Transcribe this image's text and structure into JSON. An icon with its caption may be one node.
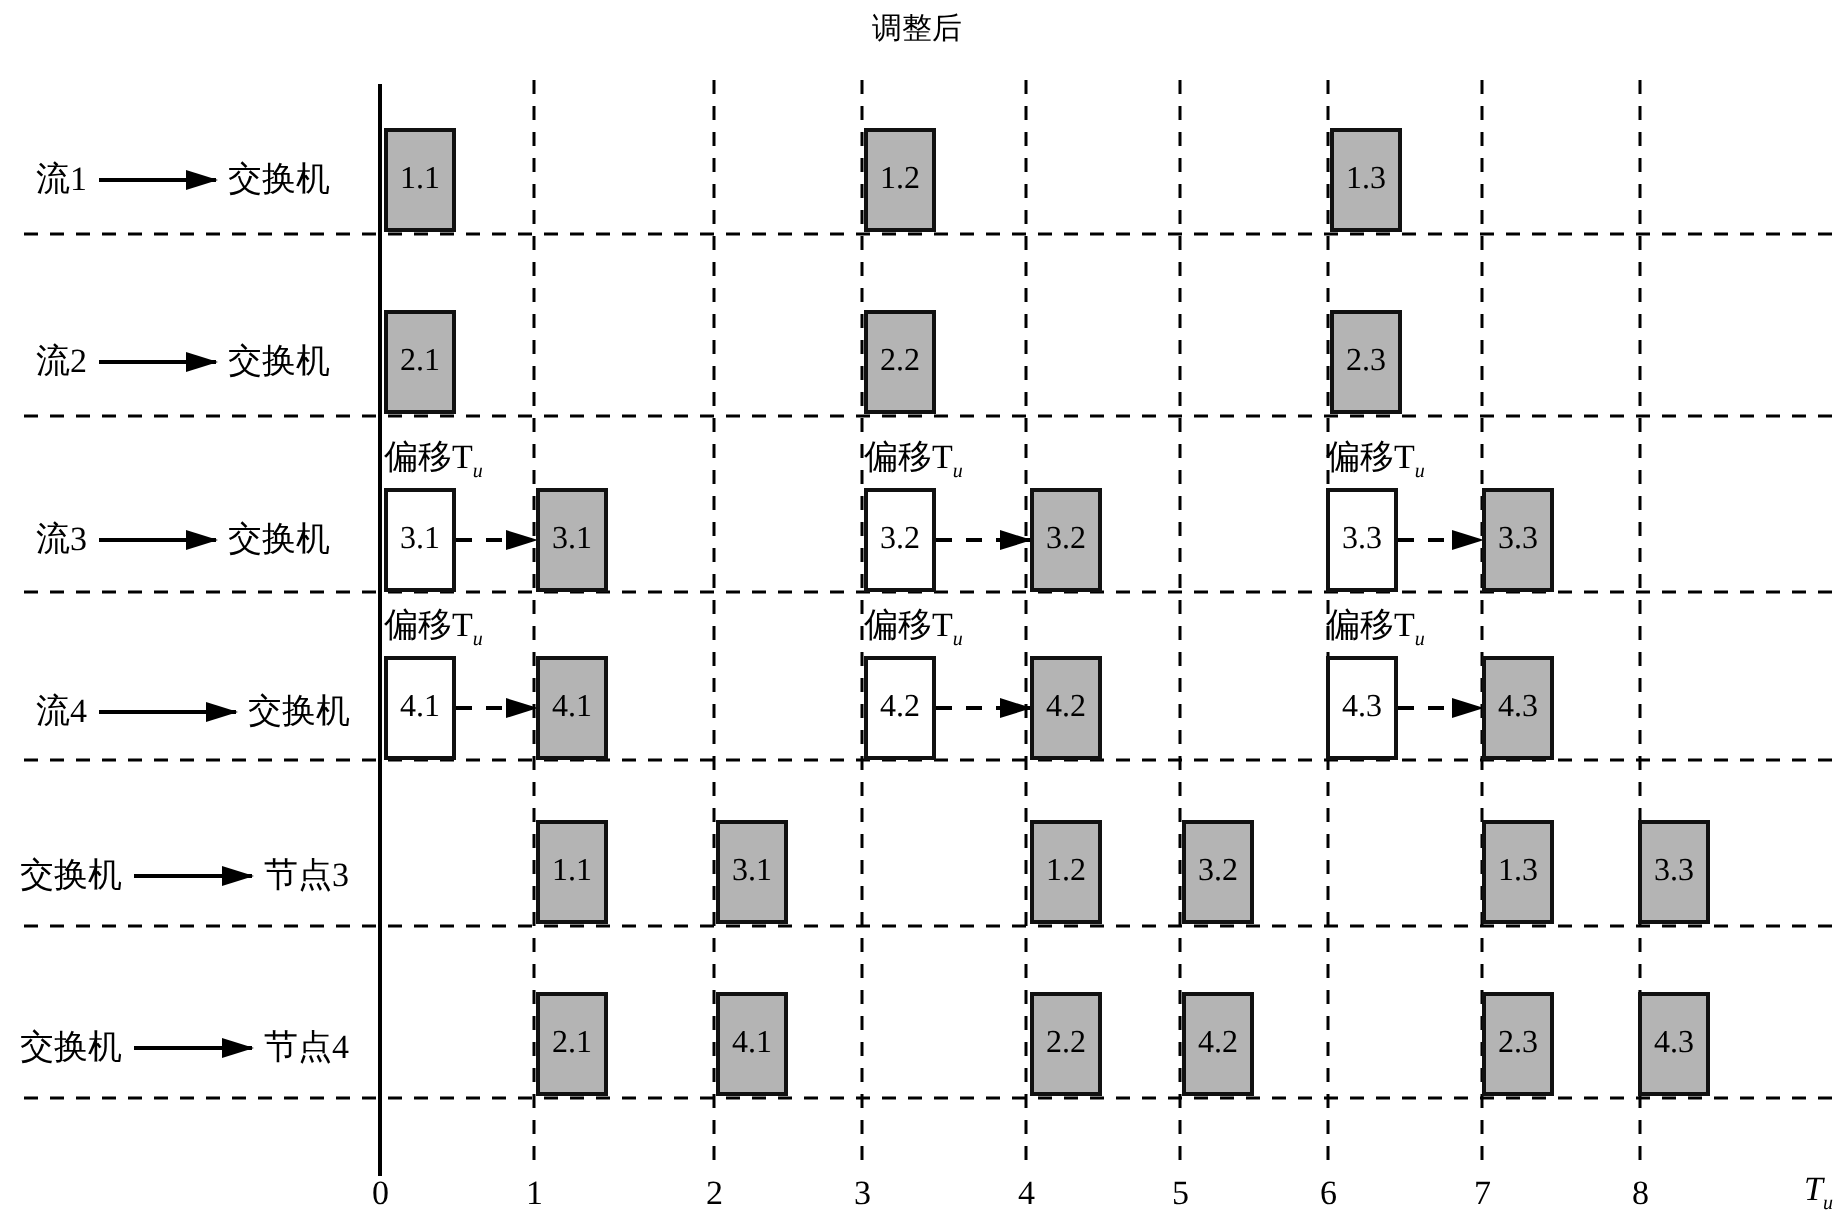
{
  "diagram": {
    "title": "调整后",
    "nodes": [
      {
        "text": [
          "流1"
        ]
      },
      {
        "text": [
          "交换机"
        ]
      },
      {
        "text": [
          "1.1"
        ]
      },
      {
        "text": [
          "1.2"
        ]
      },
      {
        "text": [
          "1.3"
        ]
      },
      {
        "text": [
          "流2"
        ]
      },
      {
        "text": [
          "交换机"
        ]
      },
      {
        "text": [
          "2.1"
        ]
      },
      {
        "text": [
          "2.2"
        ]
      },
      {
        "text": [
          "2.3"
        ]
      },
      {
        "text": [
          "流3"
        ]
      },
      {
        "text": [
          "交换机"
        ]
      },
      {
        "text": [
          "3.1"
        ],
        "beside": [
          "偏移T$_{u}$"
        ]
      },
      {
        "text": [
          "3.1"
        ]
      },
      {
        "text": [
          "3.2"
        ],
        "beside": [
          "偏移T$_{u}$"
        ]
      },
      {
        "text": [
          "3.2"
        ]
      },
      {
        "text": [
          "3.3"
        ],
        "beside": [
          "偏移T$_{u}$"
        ]
      },
      {
        "text": [
          "3.3"
        ]
      },
      {
        "text": [
          "流4"
        ]
      },
      {
        "text": [
          "交换机"
        ]
      },
      {
        "text": [
          "4.1"
        ],
        "beside": [
          "偏移T$_{u}$"
        ]
      },
      {
        "text": [
          "4.1"
        ]
      },
      {
        "text": [
          "4.2"
        ],
        "beside": [
          "偏移T$_{u}$"
        ]
      },
      {
        "text": [
          "4.2"
        ]
      },
      {
        "text": [
          "4.3"
        ],
        "beside": [
          "偏移T$_{u}$"
        ]
      },
      {
        "text": [
          "4.3"
        ]
      },
      {
        "text": [
          "交换机"
        ]
      },
      {
        "text": [
          "节点3"
        ]
      },
      {
        "text": [
          "1.1"
        ]
      },
      {
        "text": [
          "3.1"
        ]
      },
      {
        "text": [
          "1.2"
        ]
      },
      {
        "text": [
          "3.2"
        ]
      },
      {
        "text": [
          "1.3"
        ]
      },
      {
        "text": [
          "3.3"
        ]
      },
      {
        "text": [
          "交换机"
        ]
      },
      {
        "text": [
          "节点4"
        ]
      },
      {
        "text": [
          "2.1"
        ]
      },
      {
        "text": [
          "4.1"
        ]
      },
      {
        "text": [
          "2.2"
        ]
      },
      {
        "text": [
          "4.2"
        ]
      },
      {
        "text": [
          "2.3"
        ]
      },
      {
        "text": [
          "4.3"
        ]
      }
    ],
    "edges": [
      {
        "from": 0,
        "to": 1,
        "arrow": "to"
      },
      {
        "from": 5,
        "to": 6,
        "arrow": "to"
      },
      {
        "from": 10,
        "to": 11,
        "arrow": "to"
      },
      {
        "from": 12,
        "to": 13,
        "arrow": "to",
        "style": "dashed"
      },
      {
        "from": 14,
        "to": 15,
        "arrow": "to",
        "style": "dashed"
      },
      {
        "from": 16,
        "to": 17,
        "arrow": "to",
        "style": "dashed"
      },
      {
        "from": 18,
        "to": 19,
        "arrow": "to"
      },
      {
        "from": 20,
        "to": 21,
        "arrow": "to",
        "style": "dashed"
      },
      {
        "from": 22,
        "to": 23,
        "arrow": "to",
        "style": "dashed"
      },
      {
        "from": 24,
        "to": 25,
        "arrow": "to",
        "style": "dashed"
      },
      {
        "from": 26,
        "to": 27,
        "arrow": "to"
      },
      {
        "from": 34,
        "to": 35,
        "arrow": "to"
      }
    ],
    "labels": [
      "0",
      "1",
      "2",
      "3",
      "4",
      "5",
      "6",
      "7",
      "8",
      "*T*$_{u}$"
    ]
  }
}
